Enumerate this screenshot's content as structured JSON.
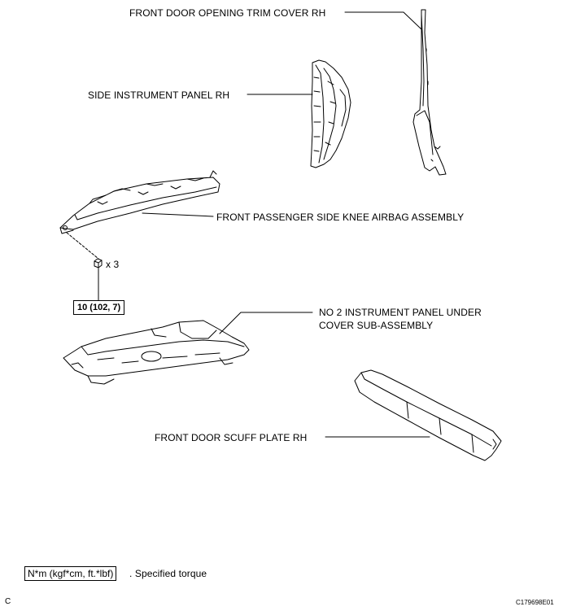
{
  "labels": {
    "trim_cover": "FRONT DOOR OPENING TRIM COVER RH",
    "side_panel": "SIDE INSTRUMENT PANEL RH",
    "knee_airbag": "FRONT PASSENGER SIDE KNEE AIRBAG ASSEMBLY",
    "under_cover_line1": "NO  2 INSTRUMENT PANEL UNDER",
    "under_cover_line2": "COVER SUB-ASSEMBLY",
    "scuff_plate": "FRONT DOOR SCUFF PLATE RH"
  },
  "fastener": {
    "qty": "x 3",
    "torque": "10 (102, 7)"
  },
  "legend": {
    "unit_box": "N*m (kgf*cm, ft.*lbf)",
    "unit_desc": ". Specified torque"
  },
  "corner_letter": "C",
  "figure_id": "C179698E01"
}
